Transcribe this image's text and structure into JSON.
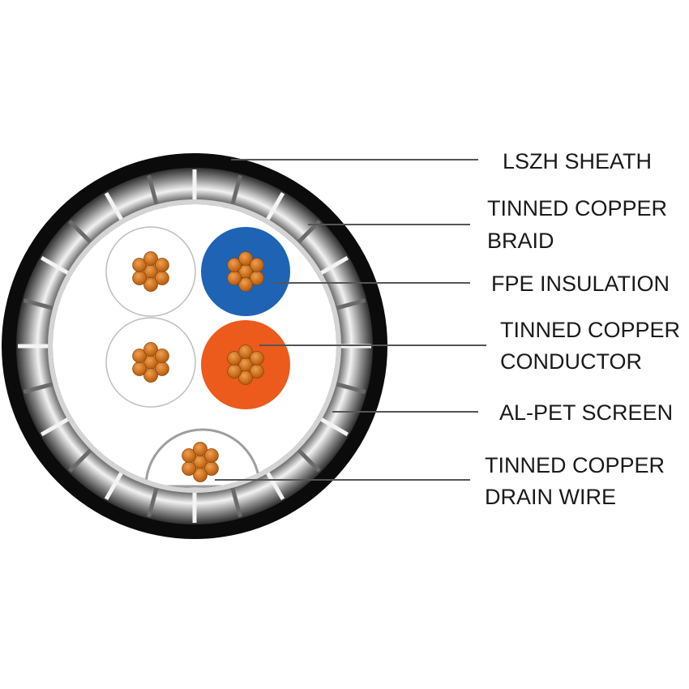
{
  "labels": {
    "sheath": [
      "LSZH SHEATH"
    ],
    "braid": [
      "TINNED COPPER",
      "BRAID"
    ],
    "insulation": [
      "FPE INSULATION"
    ],
    "conductor": [
      "TINNED COPPER",
      "CONDUCTOR"
    ],
    "screen": [
      "AL-PET SCREEN"
    ],
    "drain": [
      "TINNED COPPER",
      "DRAIN WIRE"
    ]
  },
  "colors": {
    "sheath": "#0b0b0b",
    "braid_light": "#e8e8e8",
    "braid_dark": "#4a4a4a",
    "core_fill": "#ffffff",
    "insulation_white": "#ffffff",
    "insulation_blue": "#1f63b5",
    "insulation_orange": "#ec5a1c",
    "copper": "#c96a12",
    "copper_light": "#f0a050",
    "leader": "#555555",
    "text": "#1a1a1a"
  }
}
